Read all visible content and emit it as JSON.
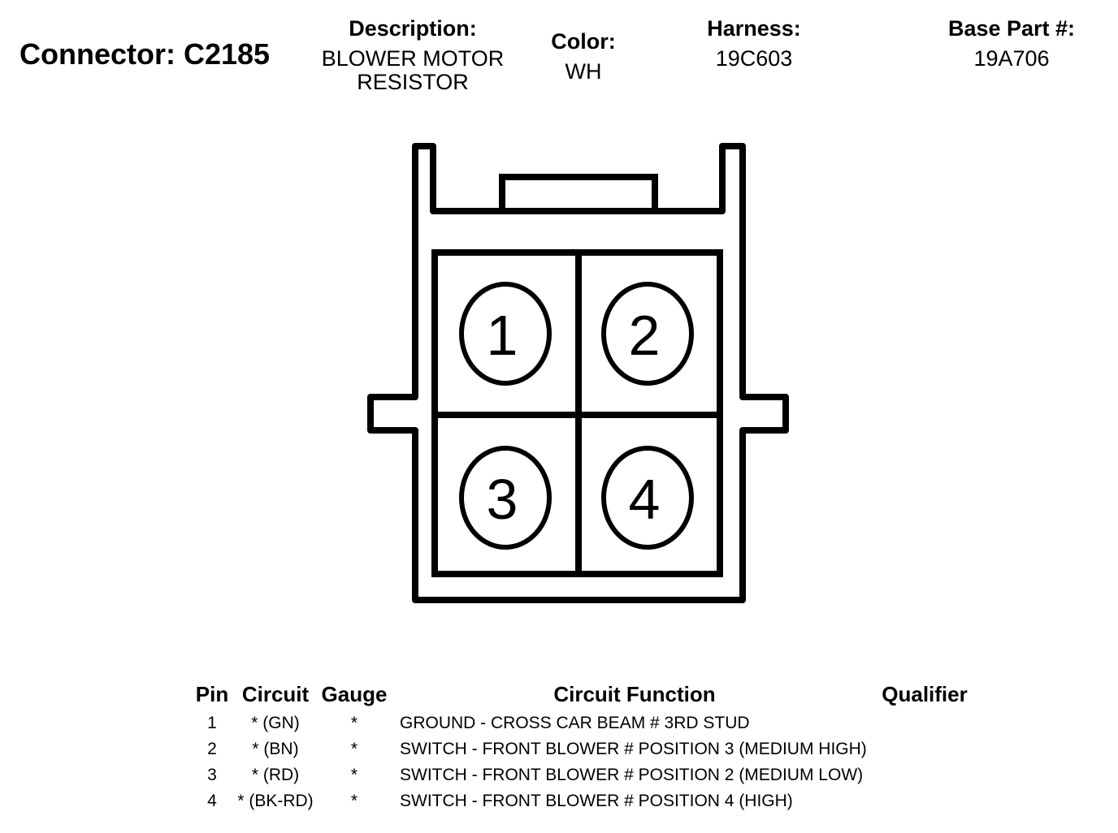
{
  "connector": {
    "title": "Connector: C2185"
  },
  "header": {
    "description": {
      "label": "Description:",
      "line1": "BLOWER MOTOR",
      "line2": "RESISTOR"
    },
    "color": {
      "label": "Color:",
      "value": "WH"
    },
    "harness": {
      "label": "Harness:",
      "value": "19C603"
    },
    "base_part": {
      "label": "Base Part #:",
      "value": "19A706"
    }
  },
  "cavities": [
    "1",
    "2",
    "3",
    "4"
  ],
  "table": {
    "headers": {
      "pin": "Pin",
      "circuit": "Circuit",
      "gauge": "Gauge",
      "function": "Circuit Function",
      "qualifier": "Qualifier"
    },
    "rows": [
      {
        "pin": "1",
        "circuit": "* (GN)",
        "gauge": "*",
        "function": "GROUND - CROSS CAR BEAM # 3RD STUD",
        "qualifier": ""
      },
      {
        "pin": "2",
        "circuit": "* (BN)",
        "gauge": "*",
        "function": "SWITCH - FRONT BLOWER # POSITION 3 (MEDIUM HIGH)",
        "qualifier": ""
      },
      {
        "pin": "3",
        "circuit": "* (RD)",
        "gauge": "*",
        "function": "SWITCH - FRONT BLOWER # POSITION 2 (MEDIUM LOW)",
        "qualifier": ""
      },
      {
        "pin": "4",
        "circuit": "* (BK-RD)",
        "gauge": "*",
        "function": "SWITCH - FRONT BLOWER # POSITION 4 (HIGH)",
        "qualifier": ""
      }
    ]
  }
}
